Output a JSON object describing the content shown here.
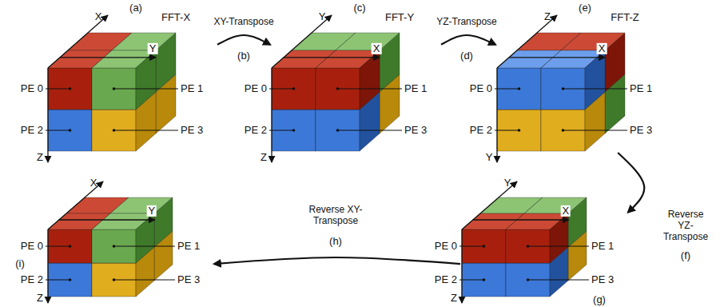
{
  "diagram": {
    "nodes": [
      {
        "text": [
          "(a)",
          "FFT-X"
        ]
      },
      {
        "text": [
          "(c)",
          "FFT-Y"
        ]
      },
      {
        "text": [
          "(e)",
          "FFT-Z"
        ]
      },
      {
        "text": [
          "(g)"
        ]
      },
      {
        "text": [
          "(i)"
        ]
      }
    ],
    "edges": [
      {
        "from": 0,
        "to": 1,
        "arrow": "to",
        "label": "XY-Transpose"
      },
      {
        "from": 1,
        "to": 2,
        "arrow": "to",
        "label": "YZ-Transpose"
      },
      {
        "from": 2,
        "to": 3,
        "arrow": "to",
        "label": "Reverse YZ-Transpose"
      },
      {
        "from": 3,
        "to": 4,
        "arrow": "to",
        "label": "Reverse XY-Transpose"
      }
    ],
    "labels": [
      "X",
      "Y",
      "PE 0",
      "PE 1",
      "PE 2",
      "PE 3",
      "Z",
      "Y",
      "X",
      "PE 0",
      "PE 1",
      "PE 2",
      "PE 3",
      "Z",
      "Z",
      "X",
      "PE 0",
      "PE 1",
      "PE 2",
      "PE 3",
      "Y",
      "Y",
      "X",
      "PE 0",
      "PE 1",
      "PE 2",
      "PE 3",
      "Z",
      "X",
      "Y",
      "PE 0",
      "PE 1",
      "PE 2",
      "PE 3",
      "Z",
      "(b)",
      "(d)",
      "(f)",
      "(h)"
    ]
  }
}
